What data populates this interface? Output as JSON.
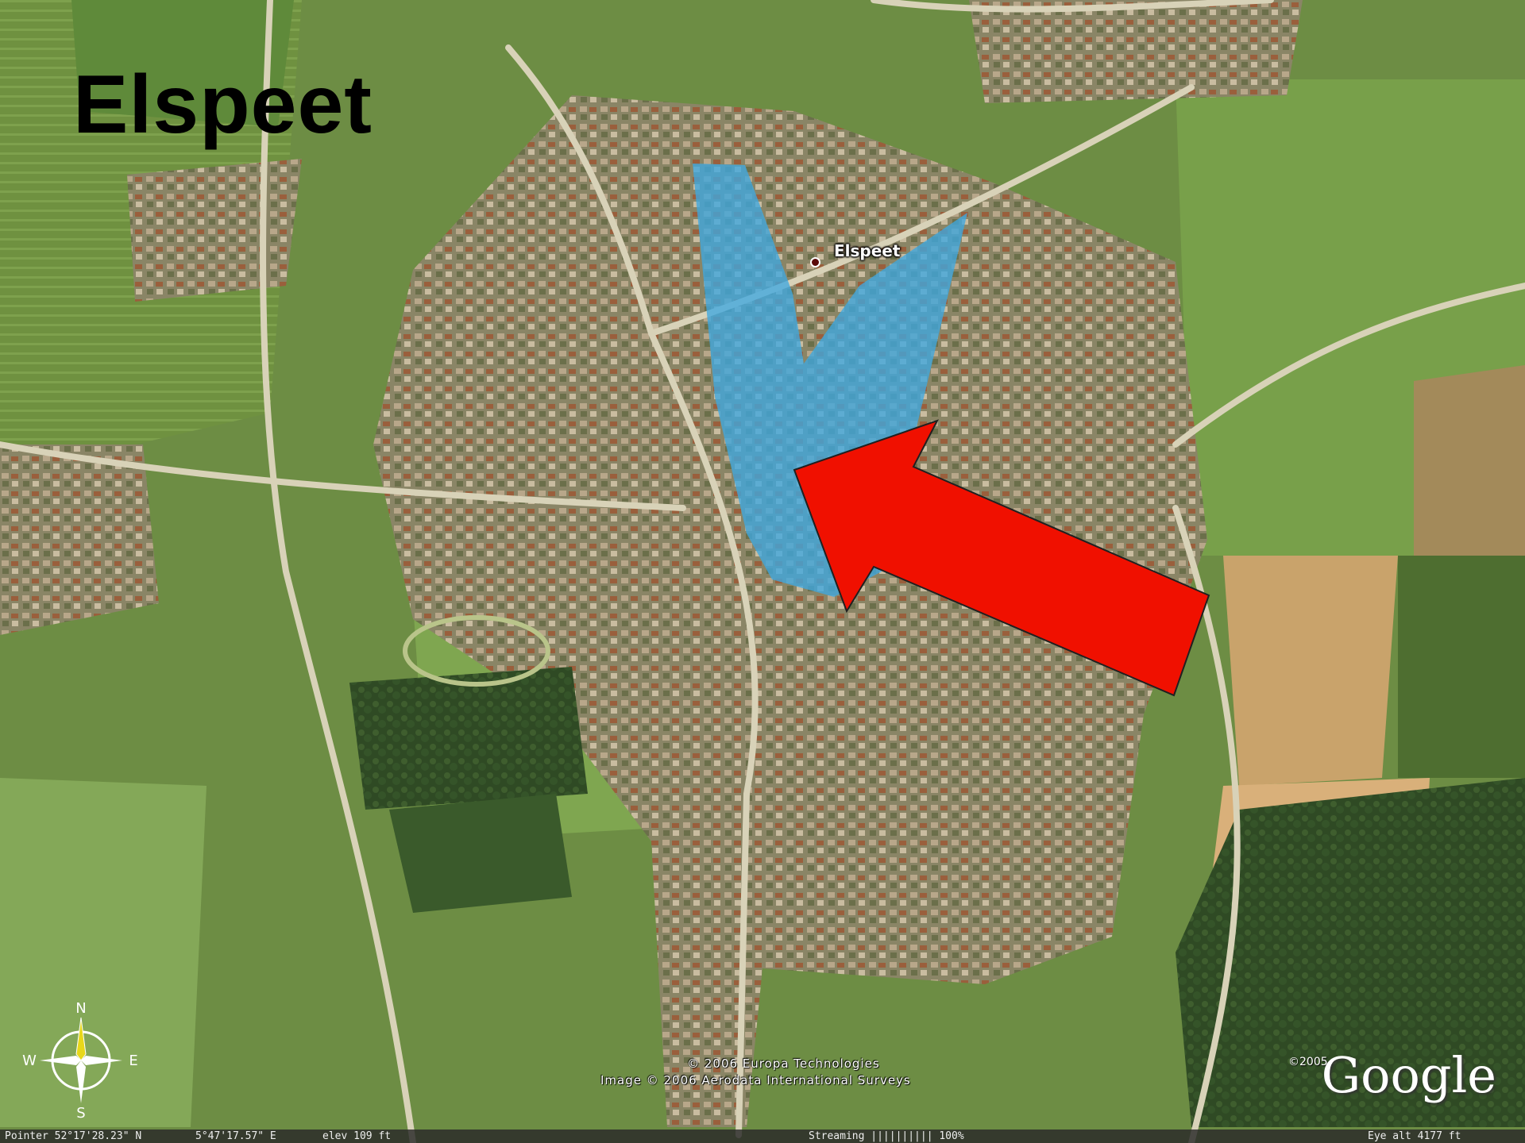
{
  "map": {
    "title": "Elspeet",
    "place_label": "Elspeet",
    "copyright_line1": "© 2006 Europa Technologies",
    "copyright_line2": "Image © 2006 Aerodata International Surveys",
    "brand": "Google",
    "brand_year": "©2005",
    "overlay_color": "#3fa8e0",
    "arrow_color": "#f01000",
    "compass": {
      "north": "N",
      "south": "S",
      "east": "E",
      "west": "W"
    }
  },
  "status_bar": {
    "pointer": "Pointer  52°17'28.23\"  N",
    "longitude": "5°47'17.57\"  E",
    "elevation": "elev  109 ft",
    "streaming": "Streaming ||||||||||  100%",
    "eye_alt": "Eye  alt    4177 ft"
  }
}
